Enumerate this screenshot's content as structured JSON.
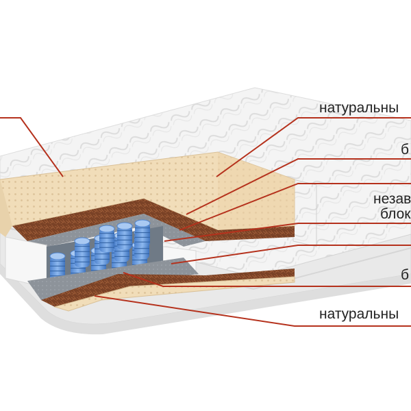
{
  "colors": {
    "leader": "#b5311c",
    "cover": "#f3f3f3",
    "cover_edge": "#d9d9d9",
    "latex": "#f1ddb9",
    "coir": "#7a4226",
    "felt": "#8d939a",
    "spring": "#5f93d8",
    "frame": "#f6f6f6"
  },
  "callouts": [
    {
      "text": "натуральны"
    },
    {
      "text": "б"
    },
    {
      "text": "незав"
    },
    {
      "text": "блок"
    },
    {
      "text": "б"
    },
    {
      "text": "натуральны"
    }
  ]
}
